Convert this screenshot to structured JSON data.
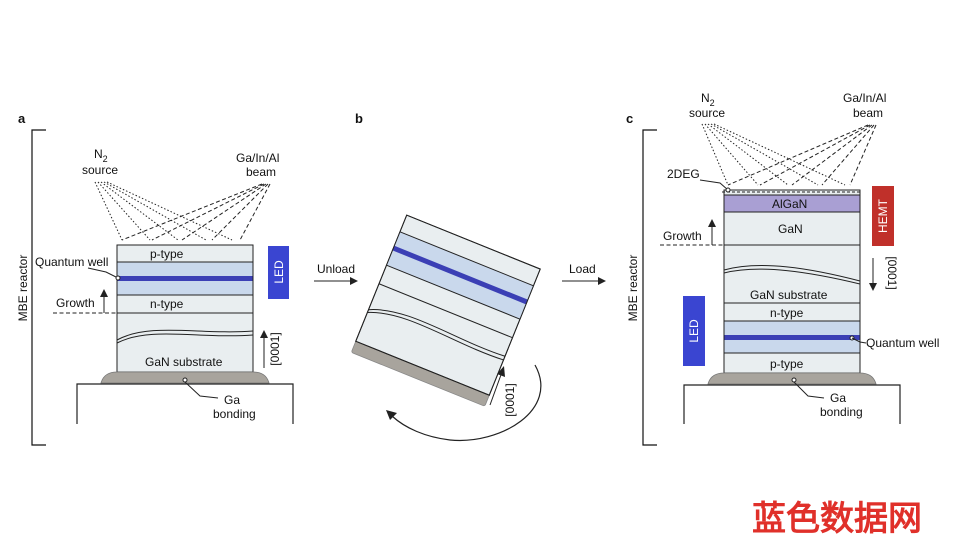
{
  "panels": {
    "a": "a",
    "b": "b",
    "c": "c"
  },
  "labels": {
    "mbe_reactor": "MBE reactor",
    "n2": "N",
    "n2_sub": "2",
    "source": "source",
    "ga_in_al": "Ga/In/Al",
    "beam": "beam",
    "quantum_well": "Quantum well",
    "growth": "Growth",
    "p_type": "p-type",
    "n_type": "n-type",
    "gan_substrate": "GaN substrate",
    "direction": "[0001]",
    "led": "LED",
    "hemt": "HEMT",
    "ga": "Ga",
    "bonding": "bonding",
    "unload": "Unload",
    "load": "Load",
    "two_deg": "2DEG",
    "algan": "AlGaN",
    "gan": "GaN"
  },
  "watermark": "蓝色数据网",
  "colors": {
    "layer_fill": "#e9eef0",
    "quantum_blue": "#3b3fb5",
    "quantum_band": "#c9d8ec",
    "led_blue": "#3a45d1",
    "hemt_red": "#c0302a",
    "algan_purple": "#a99fd3",
    "bonding_gray": "#a8a49d",
    "watermark_red": "#e0302a"
  }
}
